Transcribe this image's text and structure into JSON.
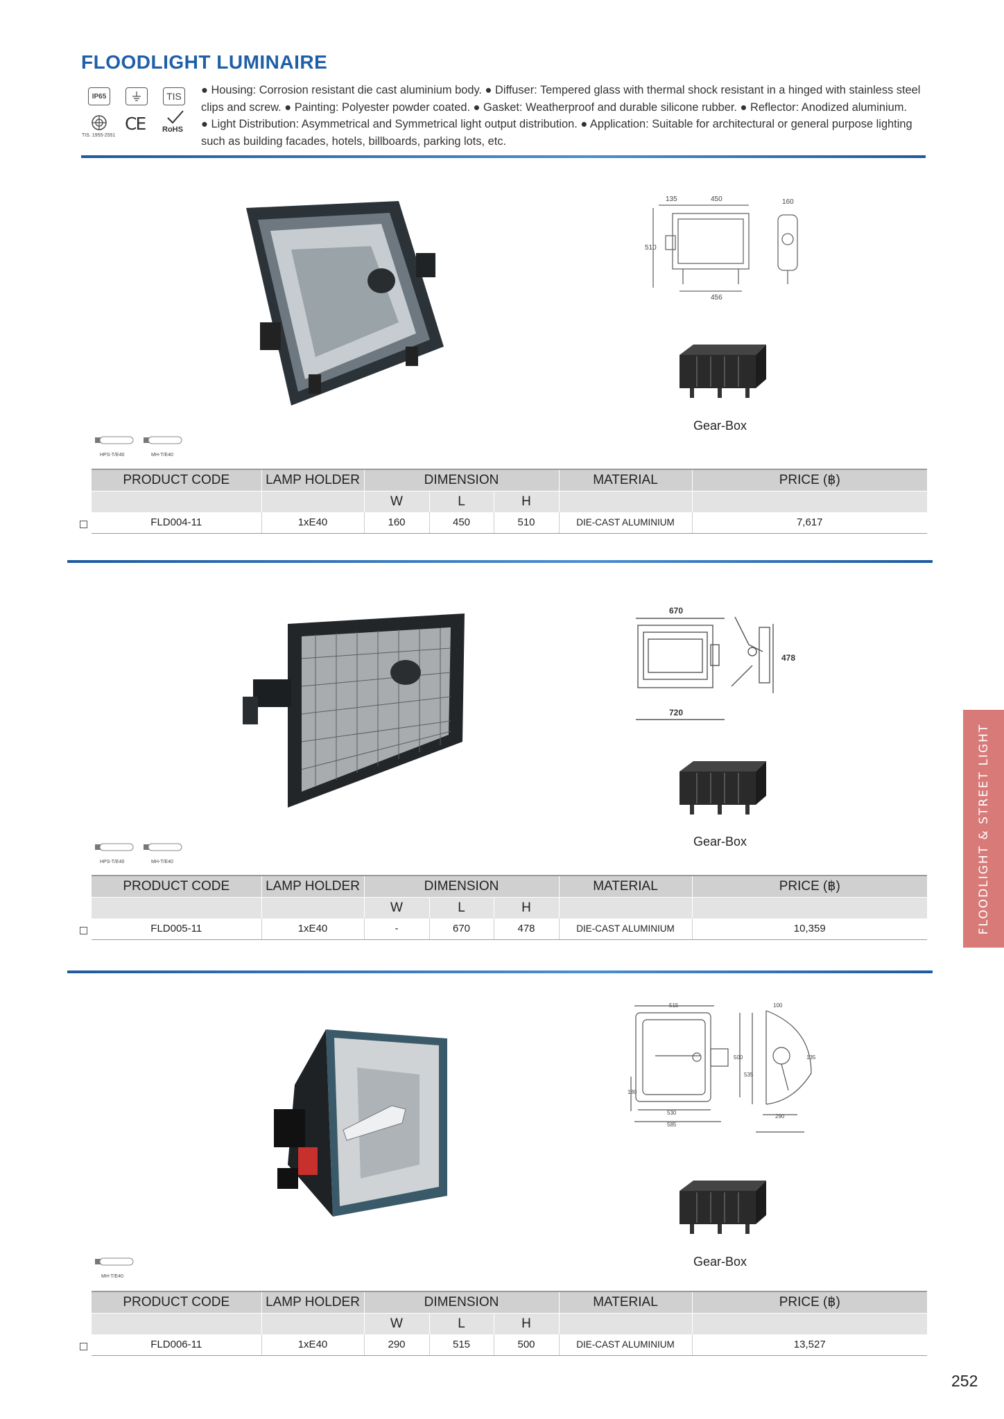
{
  "page": {
    "title": "FLOODLIGHT LUMINAIRE",
    "page_number": "252",
    "side_tab": "FLOODLIGHT & STREET LIGHT"
  },
  "certifications": {
    "ip": "IP65",
    "tis": "TIS",
    "tis_number": "TIS. 1955-2551",
    "ce": "CE",
    "rohs": "RoHS"
  },
  "description_lines": [
    "● Housing: Corrosion resistant die cast aluminium body. ● Diffuser: Tempered glass with thermal shock resistant in a hinged with stainless steel",
    "clips and screw. ● Painting: Polyester powder coated. ● Gasket: Weatherproof and durable silicone rubber. ● Reflector: Anodized aluminium.",
    "● Light Distribution: Asymmetrical and Symmetrical light output distribution. ● Application: Suitable for architectural or general purpose lighting",
    "such as building facades, hotels, billboards, parking lots, etc."
  ],
  "table_headers": {
    "product_code": "PRODUCT CODE",
    "lamp_holder": "LAMP HOLDER",
    "dimension": "DIMENSION",
    "material": "MATERIAL",
    "price": "PRICE (฿)",
    "w": "W",
    "l": "L",
    "h": "H"
  },
  "gear_box_label": "Gear-Box",
  "products": [
    {
      "lamps": [
        "HPS-T/E40",
        "MH-T/E40"
      ],
      "drawing_dims": [
        "135",
        "450",
        "160",
        "510",
        "456"
      ],
      "code": "FLD004-11",
      "holder": "1xE40",
      "w": "160",
      "l": "450",
      "h": "510",
      "material": "DIE-CAST ALUMINIUM",
      "price": "7,617"
    },
    {
      "lamps": [
        "HPS-T/E40",
        "MH-T/E40"
      ],
      "drawing_dims": [
        "670",
        "478",
        "720"
      ],
      "code": "FLD005-11",
      "holder": "1xE40",
      "w": "-",
      "l": "670",
      "h": "478",
      "material": "DIE-CAST ALUMINIUM",
      "price": "10,359"
    },
    {
      "lamps": [
        "MH-T/E40"
      ],
      "drawing_dims": [
        "515",
        "100",
        "500",
        "535",
        "135",
        "180",
        "530",
        "585",
        "290"
      ],
      "code": "FLD006-11",
      "holder": "1xE40",
      "w": "290",
      "l": "515",
      "h": "500",
      "material": "DIE-CAST ALUMINIUM",
      "price": "13,527"
    }
  ]
}
